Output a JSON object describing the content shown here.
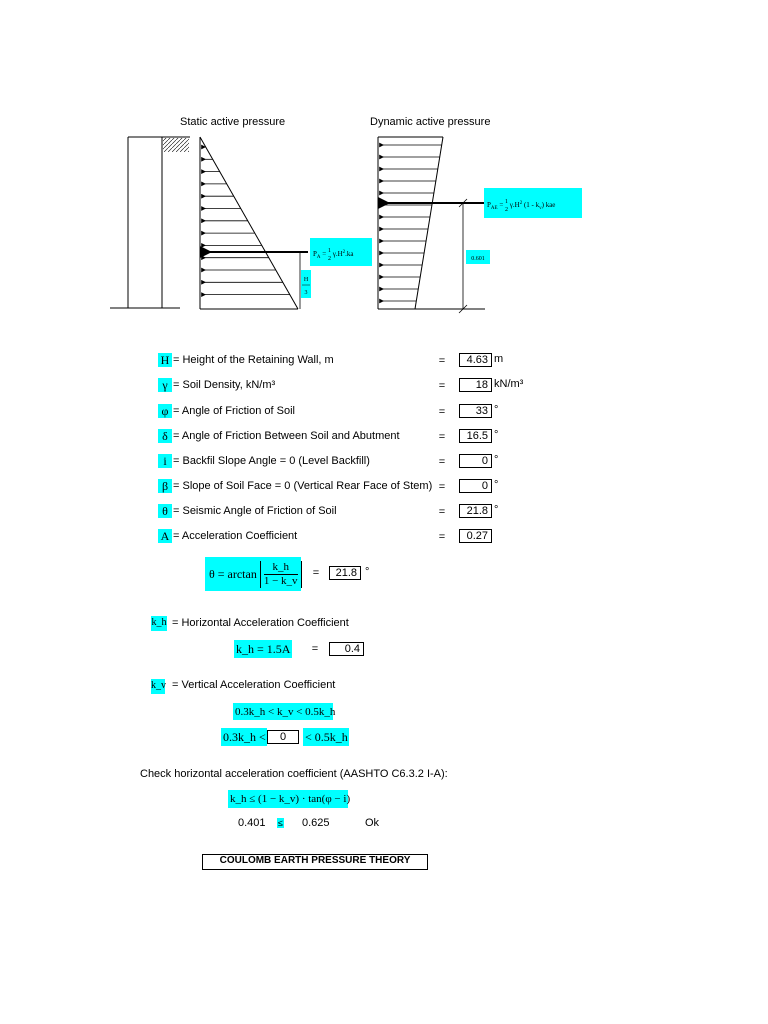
{
  "diagram": {
    "static_title": "Static active pressure",
    "dynamic_title": "Dynamic active pressure",
    "static_formula": "P_A = ½ γ H² ka",
    "static_h_label_top": "H",
    "static_h_label_bottom": "3",
    "dynamic_formula": "P_AE = ½ γ H² (1 - k_v) kae",
    "dynamic_height_value": "0.601"
  },
  "params": [
    {
      "symbol": "H",
      "label": "= Height of the Retaining Wall, m",
      "eq": "=",
      "value": "4.63",
      "unit": "m"
    },
    {
      "symbol": "γ",
      "label": "= Soil Density, kN/m³",
      "eq": "=",
      "value": "18",
      "unit": "kN/m³"
    },
    {
      "symbol": "φ",
      "label": "= Angle of Friction of Soil",
      "eq": "=",
      "value": "33",
      "unit": "°"
    },
    {
      "symbol": "δ",
      "label": "= Angle of Friction Between Soil and Abutment",
      "eq": "=",
      "value": "16.5",
      "unit": "°"
    },
    {
      "symbol": "i",
      "label": "= Backfil Slope Angle = 0 (Level Backfill)",
      "eq": "=",
      "value": "0",
      "unit": "°"
    },
    {
      "symbol": "β",
      "label": "= Slope of Soil Face = 0 (Vertical Rear Face of Stem)",
      "eq": "=",
      "value": "0",
      "unit": "°"
    },
    {
      "symbol": "θ",
      "label": "= Seismic Angle of Friction of Soil",
      "eq": "=",
      "value": "21.8",
      "unit": "°"
    },
    {
      "symbol": "A",
      "label": "= Acceleration Coefficient",
      "eq": "=",
      "value": "0.27",
      "unit": ""
    }
  ],
  "theta_formula": {
    "lhs": "θ = arctan",
    "num": "k_h",
    "den": "1 − k_v",
    "eq": "=",
    "value": "21.8",
    "unit": "°"
  },
  "kh": {
    "symbol": "k_h",
    "label": "= Horizontal  Acceleration Coefficient",
    "formula": "k_h = 1.5A",
    "eq": "=",
    "value": "0.4"
  },
  "kv": {
    "symbol": "k_v",
    "label": "= Vertical Acceleration Coefficient",
    "range": "0.3k_h < k_v < 0.5k_h",
    "left": "0.3k_h <",
    "value": "0",
    "right": "< 0.5k_h"
  },
  "check": {
    "heading": "Check horizontal acceleration coefficient (AASHTO C6.3.2 I-A):",
    "formula": "k_h ≤ (1 − k_v) · tan(φ − i)",
    "lhs": "0.401",
    "op": "≤",
    "rhs": "0.625",
    "result": "Ok"
  },
  "section_title": "COULOMB EARTH PRESSURE THEORY"
}
